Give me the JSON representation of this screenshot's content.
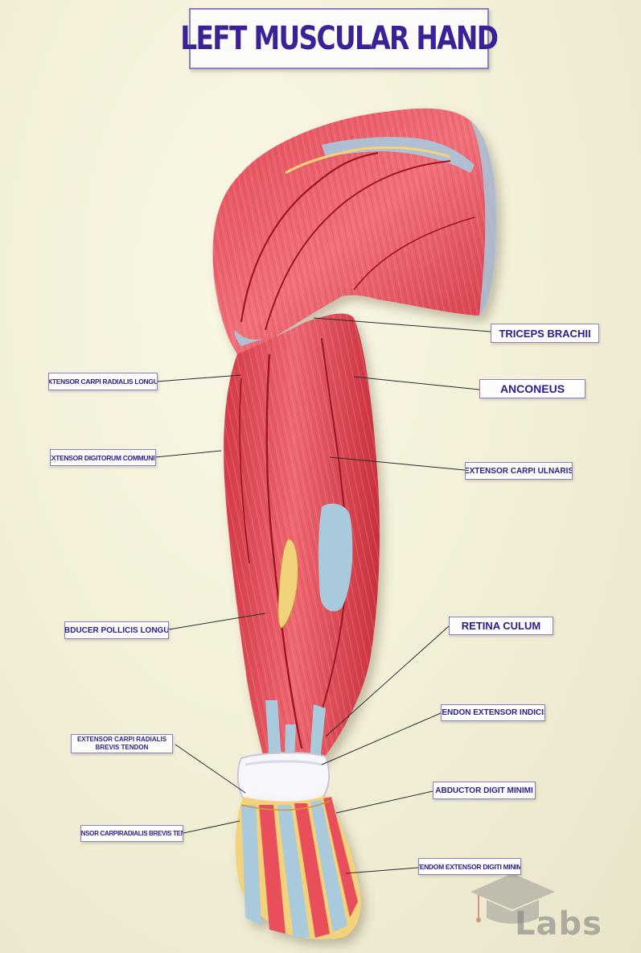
{
  "title": "LEFT MUSCULAR HAND",
  "labels": {
    "triceps": "TRICEPS  BRACHII",
    "ecrl": "EXTENSOR CARPI RADIALIS LONGUS",
    "anconeus": "ANCONEUS",
    "edc": "EXTENSOR DIGITORUM COMMUNIS",
    "ecu": "EXTENSOR CARPI ULNARIS",
    "apl": "ABDUCER POLLICIS LONGUS",
    "retinaculum": "RETINA CULUM",
    "tei": "TENDON EXTENSOR INDICIS",
    "ecrb_tendon": "EXTENSOR CARPI RADIALIS BREVIS TENDON",
    "adm": "ABDUCTOR DIGIT MINIMI",
    "ecrb_tendon2": "EXTENSOR CARPIRADIALIS BREVIS TENDON",
    "tedm": "TENDOM EXTENSOR DIGITI MINIMI"
  },
  "watermark": "Labs",
  "colors": {
    "muscle": "#e8505a",
    "muscle_dark": "#b8202c",
    "tendon": "#a9c9dc",
    "nerve": "#f2d27a",
    "label_text": "#2a1e8a",
    "label_border": "#8b7fc4",
    "background": "#f3efd8"
  }
}
